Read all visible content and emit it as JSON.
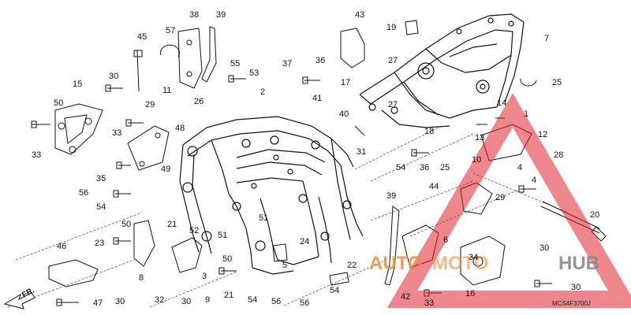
{
  "diagram": {
    "reference_code": "MCS4F3700J",
    "direction_label": "FR.",
    "callouts": [
      "1",
      "2",
      "3",
      "4",
      "5",
      "6",
      "7",
      "8",
      "9",
      "10",
      "11",
      "12",
      "13",
      "14",
      "15",
      "16",
      "17",
      "18",
      "19",
      "20",
      "21",
      "22",
      "23",
      "24",
      "25",
      "26",
      "27",
      "28",
      "29",
      "30",
      "31",
      "32",
      "33",
      "34",
      "35",
      "36",
      "37",
      "38",
      "39",
      "40",
      "41",
      "42",
      "43",
      "44",
      "45",
      "46",
      "47",
      "48",
      "49",
      "50",
      "51",
      "52",
      "53",
      "54",
      "55",
      "56",
      "57"
    ]
  },
  "watermark": {
    "text_a": "AUTO",
    "text_b": "MOTO",
    "text_c": "HUB",
    "colors": {
      "orange": "#f28a3a",
      "red": "#e0242f",
      "gray": "#8a8a8a"
    }
  }
}
